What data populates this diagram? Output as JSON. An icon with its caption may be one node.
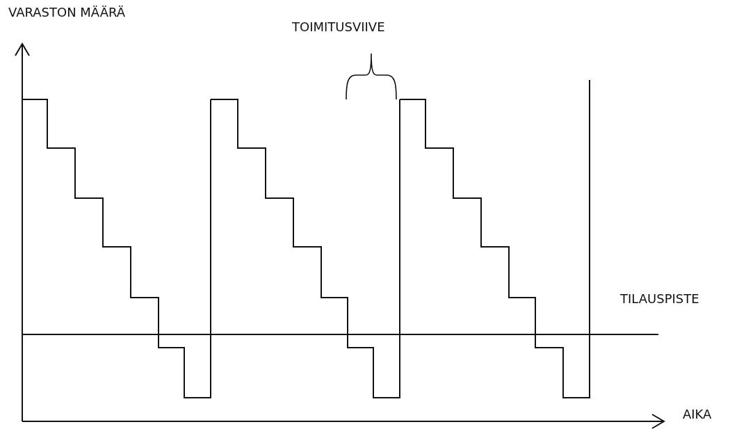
{
  "diagram": {
    "labels": [
      "VARASTON MÄÄRÄ",
      "TOIMITUSVIIVE",
      "TILAUSPISTE",
      "AIKA"
    ]
  }
}
